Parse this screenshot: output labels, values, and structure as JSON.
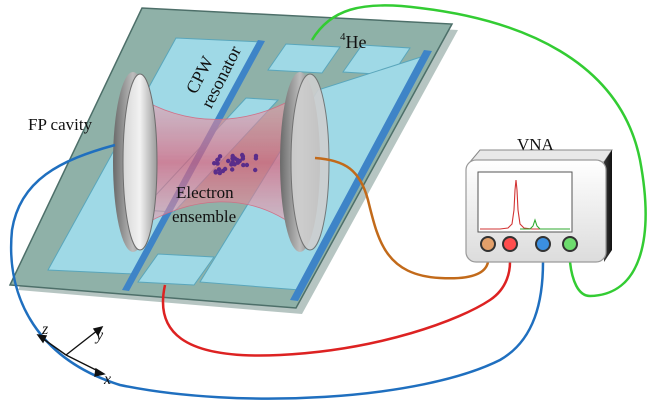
{
  "labels": {
    "cpw_resonator": "CPW\nresonator",
    "he4_sup": "4",
    "he4_main": "He",
    "fp_cavity": "FP cavity",
    "electron_ensemble": "Electron\nensemble",
    "vna": "VNA",
    "axis_x": "x",
    "axis_y": "y",
    "axis_z": "z"
  },
  "colors": {
    "substrate": "#8fb1a8",
    "substrate_edge": "#4d6f69",
    "pad": "#9fd9e6",
    "pad_edge": "#5aa6bb",
    "metal_rail": "#3e84c7",
    "cable_green": "#33cc33",
    "cable_blue": "#1f6fbf",
    "cable_red": "#dd2222",
    "cable_orange": "#c26a1a",
    "electrons": "#5a2d8a"
  },
  "vna_display": {
    "resonance_red_peak": "red",
    "resonance_green_peak": "green"
  }
}
